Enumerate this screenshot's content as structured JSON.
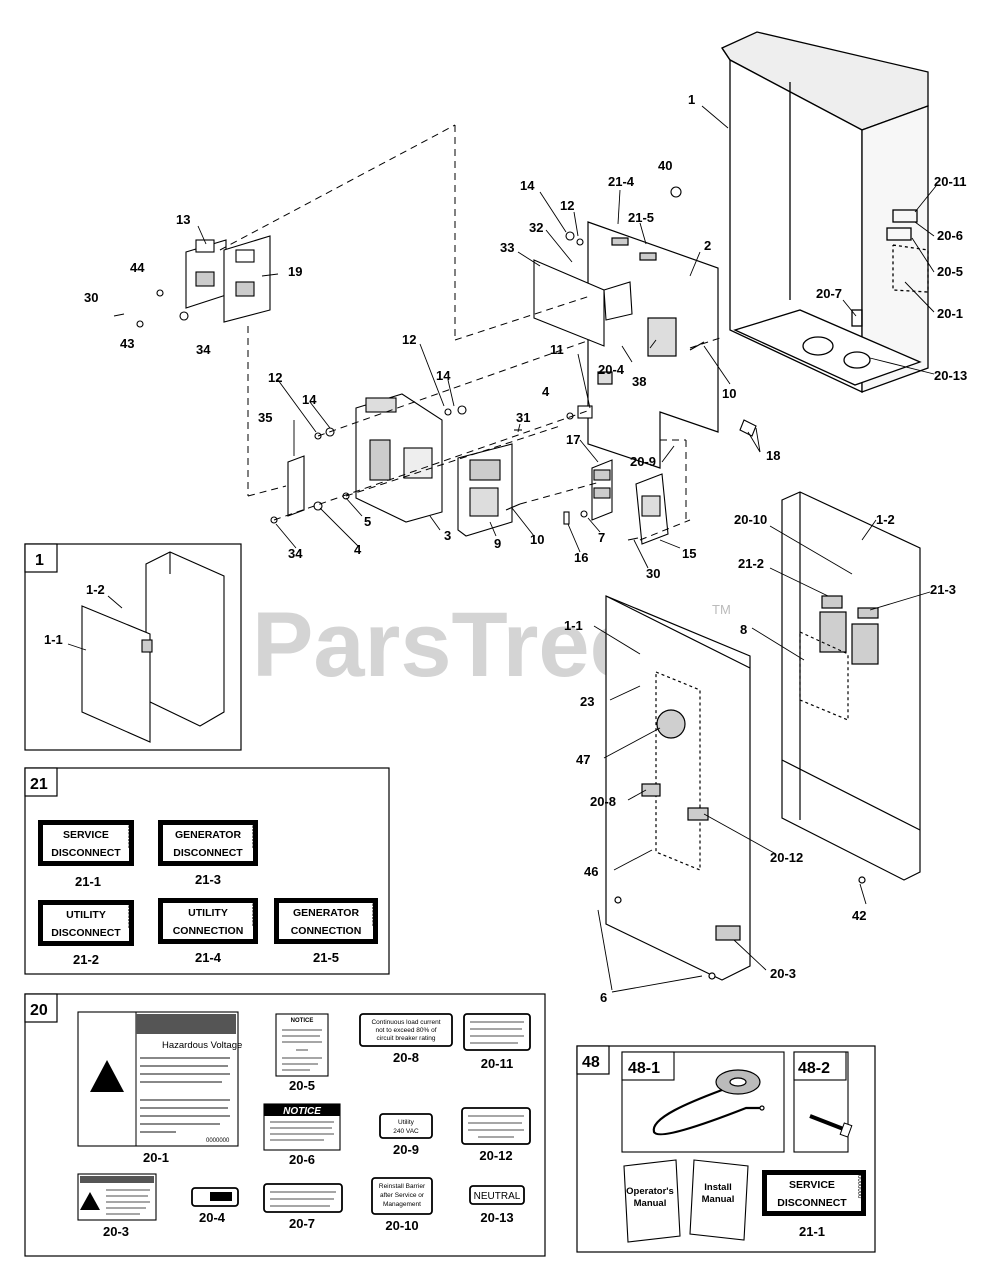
{
  "watermark": {
    "text": "ParsTree",
    "mark": "TM"
  },
  "callouts": [
    {
      "id": "c-1",
      "text": "1"
    },
    {
      "id": "c-40",
      "text": "40"
    },
    {
      "id": "c-20-11",
      "text": "20-11"
    },
    {
      "id": "c-20-6",
      "text": "20-6"
    },
    {
      "id": "c-20-5",
      "text": "20-5"
    },
    {
      "id": "c-20-1",
      "text": "20-1"
    },
    {
      "id": "c-20-7",
      "text": "20-7"
    },
    {
      "id": "c-20-13",
      "text": "20-13"
    },
    {
      "id": "c-14a",
      "text": "14"
    },
    {
      "id": "c-21-4",
      "text": "21-4"
    },
    {
      "id": "c-12a",
      "text": "12"
    },
    {
      "id": "c-21-5",
      "text": "21-5"
    },
    {
      "id": "c-32",
      "text": "32"
    },
    {
      "id": "c-33",
      "text": "33"
    },
    {
      "id": "c-2",
      "text": "2"
    },
    {
      "id": "c-13",
      "text": "13"
    },
    {
      "id": "c-44",
      "text": "44"
    },
    {
      "id": "c-19",
      "text": "19"
    },
    {
      "id": "c-30a",
      "text": "30"
    },
    {
      "id": "c-43",
      "text": "43"
    },
    {
      "id": "c-34a",
      "text": "34"
    },
    {
      "id": "c-12b",
      "text": "12"
    },
    {
      "id": "c-11",
      "text": "11"
    },
    {
      "id": "c-20-4",
      "text": "20-4"
    },
    {
      "id": "c-38",
      "text": "38"
    },
    {
      "id": "c-10a",
      "text": "10"
    },
    {
      "id": "c-12c",
      "text": "12"
    },
    {
      "id": "c-14b",
      "text": "14"
    },
    {
      "id": "c-14c",
      "text": "14"
    },
    {
      "id": "c-4a",
      "text": "4"
    },
    {
      "id": "c-31",
      "text": "31"
    },
    {
      "id": "c-35",
      "text": "35"
    },
    {
      "id": "c-17",
      "text": "17"
    },
    {
      "id": "c-20-9",
      "text": "20-9"
    },
    {
      "id": "c-18",
      "text": "18"
    },
    {
      "id": "c-5",
      "text": "5"
    },
    {
      "id": "c-3",
      "text": "3"
    },
    {
      "id": "c-9",
      "text": "9"
    },
    {
      "id": "c-10b",
      "text": "10"
    },
    {
      "id": "c-7",
      "text": "7"
    },
    {
      "id": "c-15",
      "text": "15"
    },
    {
      "id": "c-34b",
      "text": "34"
    },
    {
      "id": "c-4b",
      "text": "4"
    },
    {
      "id": "c-16",
      "text": "16"
    },
    {
      "id": "c-30b",
      "text": "30"
    },
    {
      "id": "c-20-10",
      "text": "20-10"
    },
    {
      "id": "c-1-2",
      "text": "1-2"
    },
    {
      "id": "c-21-2",
      "text": "21-2"
    },
    {
      "id": "c-21-3",
      "text": "21-3"
    },
    {
      "id": "c-1-1",
      "text": "1-1"
    },
    {
      "id": "c-8",
      "text": "8"
    },
    {
      "id": "c-23",
      "text": "23"
    },
    {
      "id": "c-47",
      "text": "47"
    },
    {
      "id": "c-20-8",
      "text": "20-8"
    },
    {
      "id": "c-20-12",
      "text": "20-12"
    },
    {
      "id": "c-46",
      "text": "46"
    },
    {
      "id": "c-42",
      "text": "42"
    },
    {
      "id": "c-20-3",
      "text": "20-3"
    },
    {
      "id": "c-6",
      "text": "6"
    }
  ],
  "inset1": {
    "number": "1",
    "labels": [
      {
        "id": "i1-1-2",
        "text": "1-2"
      },
      {
        "id": "i1-1-1",
        "text": "1-1"
      }
    ]
  },
  "inset21": {
    "number": "21",
    "labels": [
      {
        "id": "l21-1",
        "line1": "SERVICE",
        "line2": "DISCONNECT",
        "code": "0000000",
        "caption": "21-1"
      },
      {
        "id": "l21-3",
        "line1": "GENERATOR",
        "line2": "DISCONNECT",
        "code": "0000000",
        "caption": "21-3"
      },
      {
        "id": "l21-2",
        "line1": "UTILITY",
        "line2": "DISCONNECT",
        "code": "0000000",
        "caption": "21-2"
      },
      {
        "id": "l21-4",
        "line1": "UTILITY",
        "line2": "CONNECTION",
        "code": "0000000",
        "caption": "21-4"
      },
      {
        "id": "l21-5",
        "line1": "GENERATOR",
        "line2": "CONNECTION",
        "code": "0000000",
        "caption": "21-5"
      }
    ]
  },
  "inset20": {
    "number": "20",
    "decals": [
      {
        "id": "d20-1",
        "caption": "20-1",
        "heading": "Hazardous Voltage",
        "code": "0000000"
      },
      {
        "id": "d20-5",
        "caption": "20-5",
        "heading": "NOTICE"
      },
      {
        "id": "d20-8",
        "caption": "20-8",
        "line1": "Continuous load current",
        "line2": "not to exceed 80% of",
        "line3": "circuit breaker rating"
      },
      {
        "id": "d20-11",
        "caption": "20-11"
      },
      {
        "id": "d20-6",
        "caption": "20-6",
        "heading": "NOTICE"
      },
      {
        "id": "d20-9",
        "caption": "20-9",
        "line1": "Utility",
        "line2": "240 VAC"
      },
      {
        "id": "d20-12",
        "caption": "20-12"
      },
      {
        "id": "d20-3",
        "caption": "20-3"
      },
      {
        "id": "d20-4",
        "caption": "20-4"
      },
      {
        "id": "d20-7",
        "caption": "20-7"
      },
      {
        "id": "d20-10",
        "caption": "20-10",
        "line1": "Reinstall Barrier",
        "line2": "after Service or",
        "line3": "Management"
      },
      {
        "id": "d20-13",
        "caption": "20-13",
        "text": "NEUTRAL"
      }
    ]
  },
  "inset48": {
    "number": "48",
    "sub1": "48-1",
    "sub2": "48-2",
    "manual1": {
      "line1": "Operator's",
      "line2": "Manual"
    },
    "manual2": {
      "line1": "Install",
      "line2": "Manual"
    },
    "label": {
      "line1": "SERVICE",
      "line2": "DISCONNECT",
      "code": "0000000",
      "caption": "21-1"
    }
  }
}
